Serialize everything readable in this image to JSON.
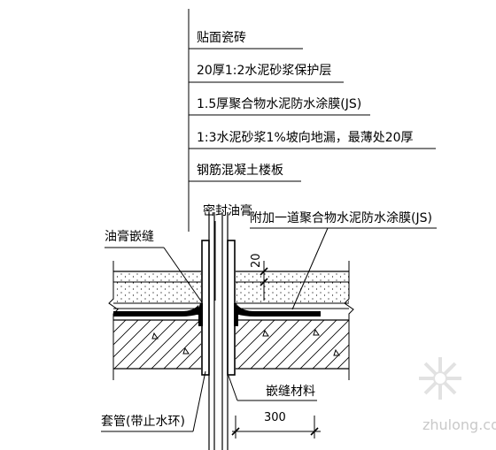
{
  "layers": [
    "贴面瓷砖",
    "20厚1:2水泥砂浆保护层",
    "1.5厚聚合物水泥防水涂膜(JS)",
    "1:3水泥砂浆1%坡向地漏，最薄处20厚",
    "钢筋混凝土楼板"
  ],
  "callouts": {
    "sealant": "密封油膏",
    "additional_membrane": "附加一道聚合物水泥防水涂膜(JS)",
    "caulked_joint": "油膏嵌缝",
    "sleeve": "套管(带止水环)",
    "joint_filler": "嵌缝材料"
  },
  "dimensions": {
    "width": "300",
    "thickness": "20"
  },
  "watermark": "zhulong.com"
}
